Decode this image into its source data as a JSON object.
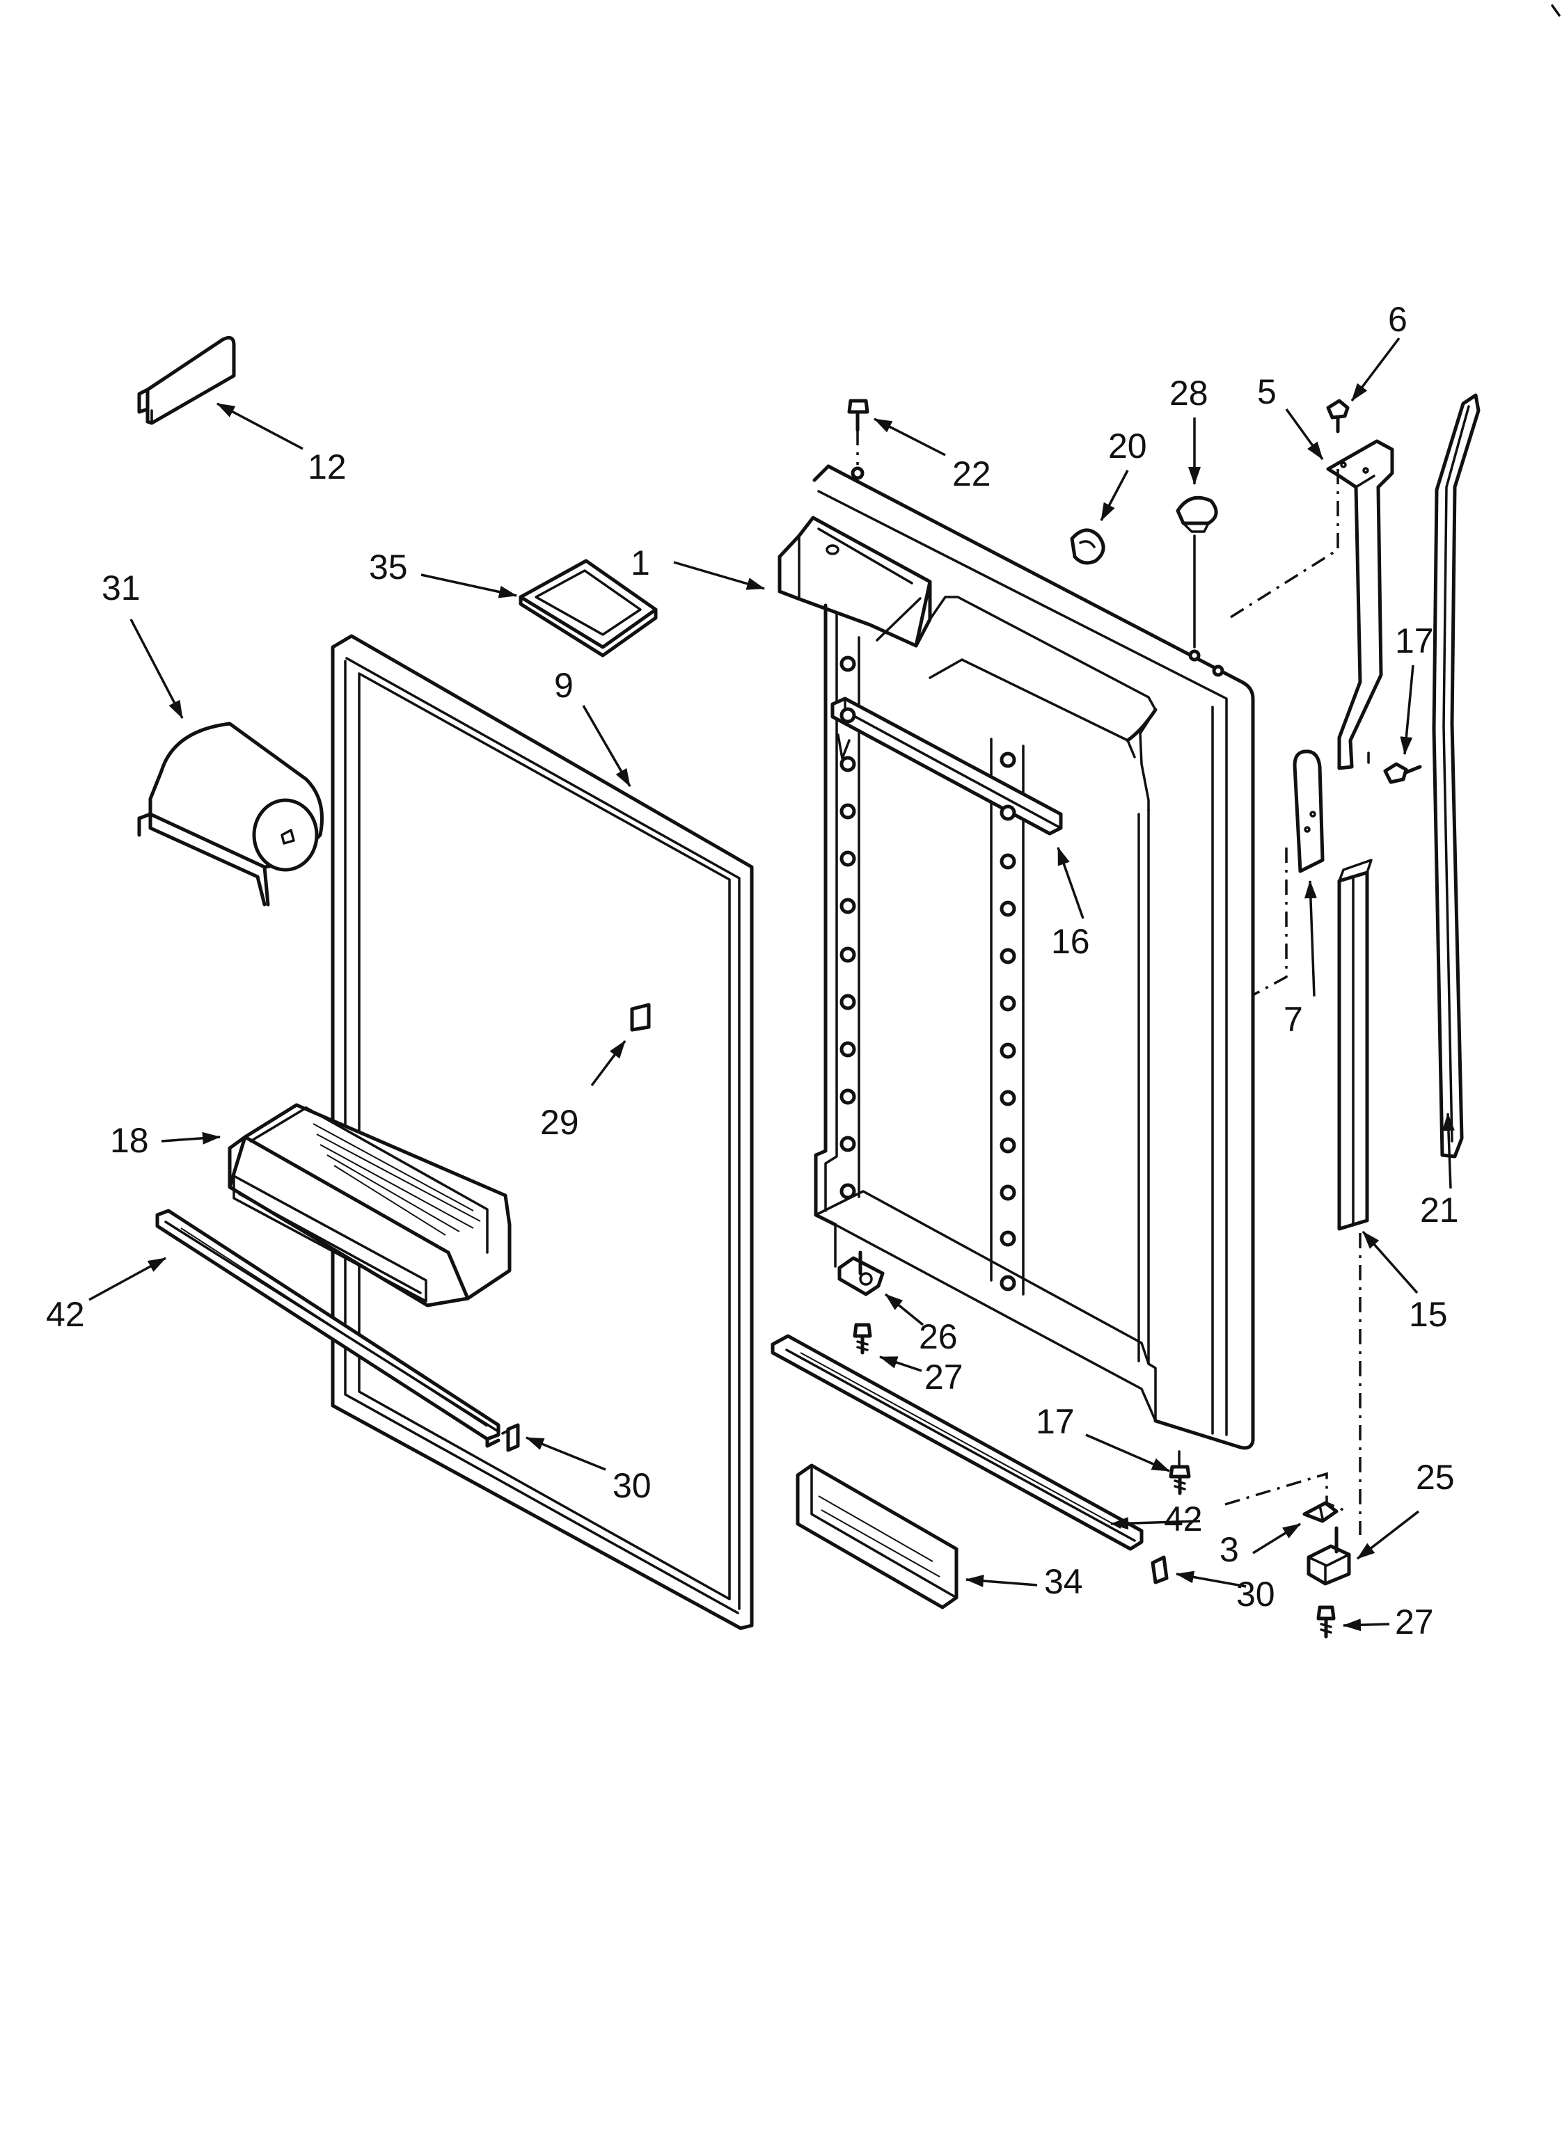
{
  "diagram": {
    "callouts": [
      {
        "id": "c12a",
        "label": "12"
      },
      {
        "id": "c35",
        "label": "35"
      },
      {
        "id": "c1",
        "label": "1"
      },
      {
        "id": "c22",
        "label": "22"
      },
      {
        "id": "c20",
        "label": "20"
      },
      {
        "id": "c28",
        "label": "28"
      },
      {
        "id": "c5",
        "label": "5"
      },
      {
        "id": "c6",
        "label": "6"
      },
      {
        "id": "c31",
        "label": "31"
      },
      {
        "id": "c9",
        "label": "9"
      },
      {
        "id": "c17a",
        "label": "17"
      },
      {
        "id": "c16",
        "label": "16"
      },
      {
        "id": "c7",
        "label": "7"
      },
      {
        "id": "c21",
        "label": "21"
      },
      {
        "id": "c29",
        "label": "29"
      },
      {
        "id": "c18",
        "label": "18"
      },
      {
        "id": "c15",
        "label": "15"
      },
      {
        "id": "c42a",
        "label": "42"
      },
      {
        "id": "c26",
        "label": "26"
      },
      {
        "id": "c27a",
        "label": "27"
      },
      {
        "id": "c17b",
        "label": "17"
      },
      {
        "id": "c30a",
        "label": "30"
      },
      {
        "id": "c42b",
        "label": "42"
      },
      {
        "id": "c25",
        "label": "25"
      },
      {
        "id": "c3",
        "label": "3"
      },
      {
        "id": "c34",
        "label": "34"
      },
      {
        "id": "c30b",
        "label": "30"
      },
      {
        "id": "c27b",
        "label": "27"
      }
    ]
  }
}
